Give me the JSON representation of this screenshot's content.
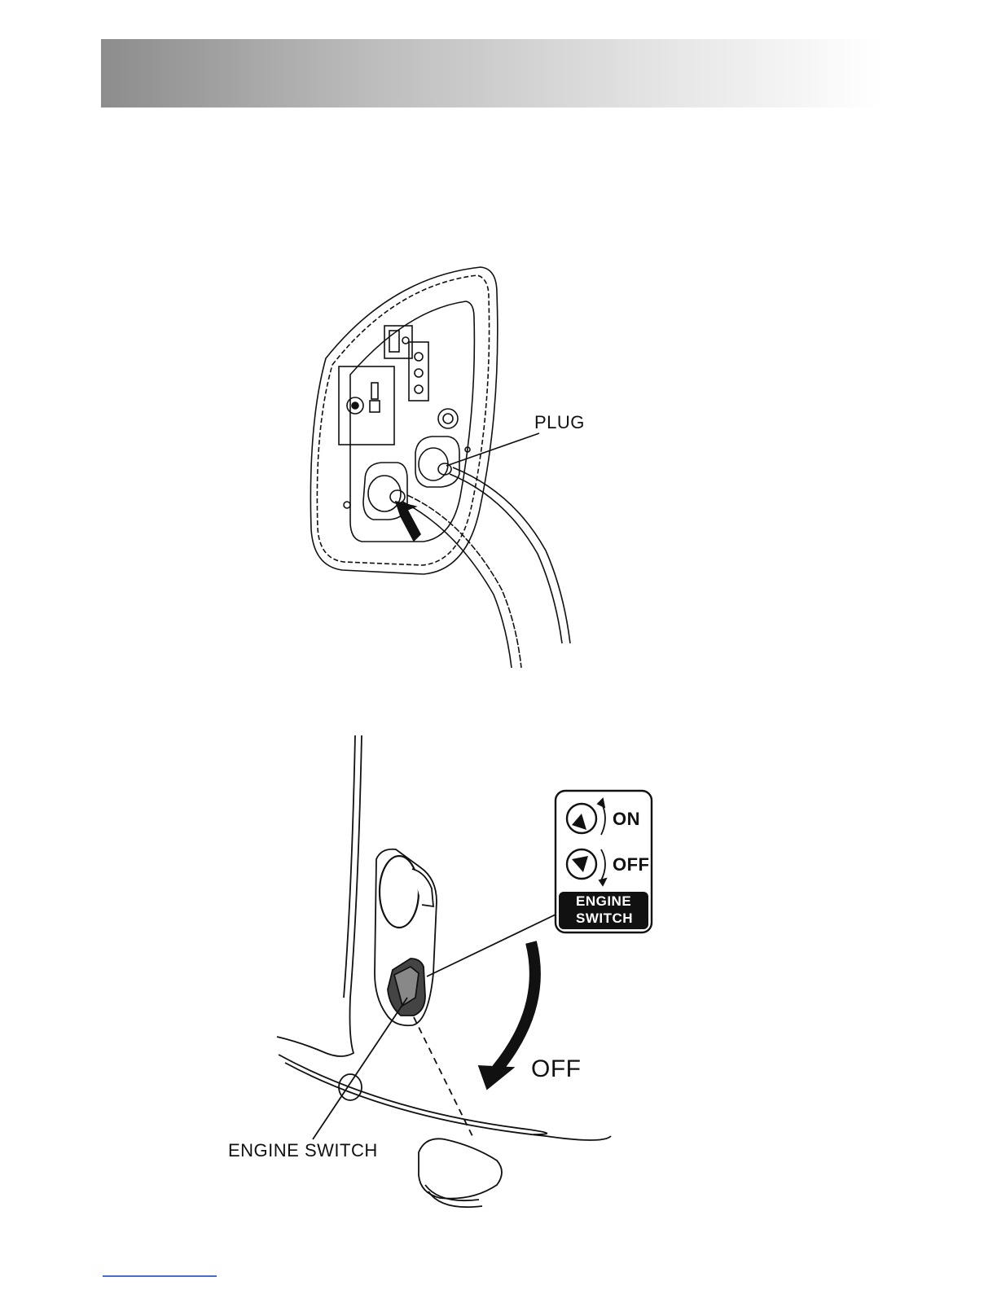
{
  "labels": {
    "plug": "PLUG",
    "off": "OFF",
    "engine_switch": "ENGINE SWITCH"
  },
  "badge": {
    "on": "ON",
    "off": "OFF",
    "line1": "ENGINE",
    "line2": "SWITCH"
  },
  "colors": {
    "ink": "#111111",
    "footer_link": "#4a6cc9"
  }
}
